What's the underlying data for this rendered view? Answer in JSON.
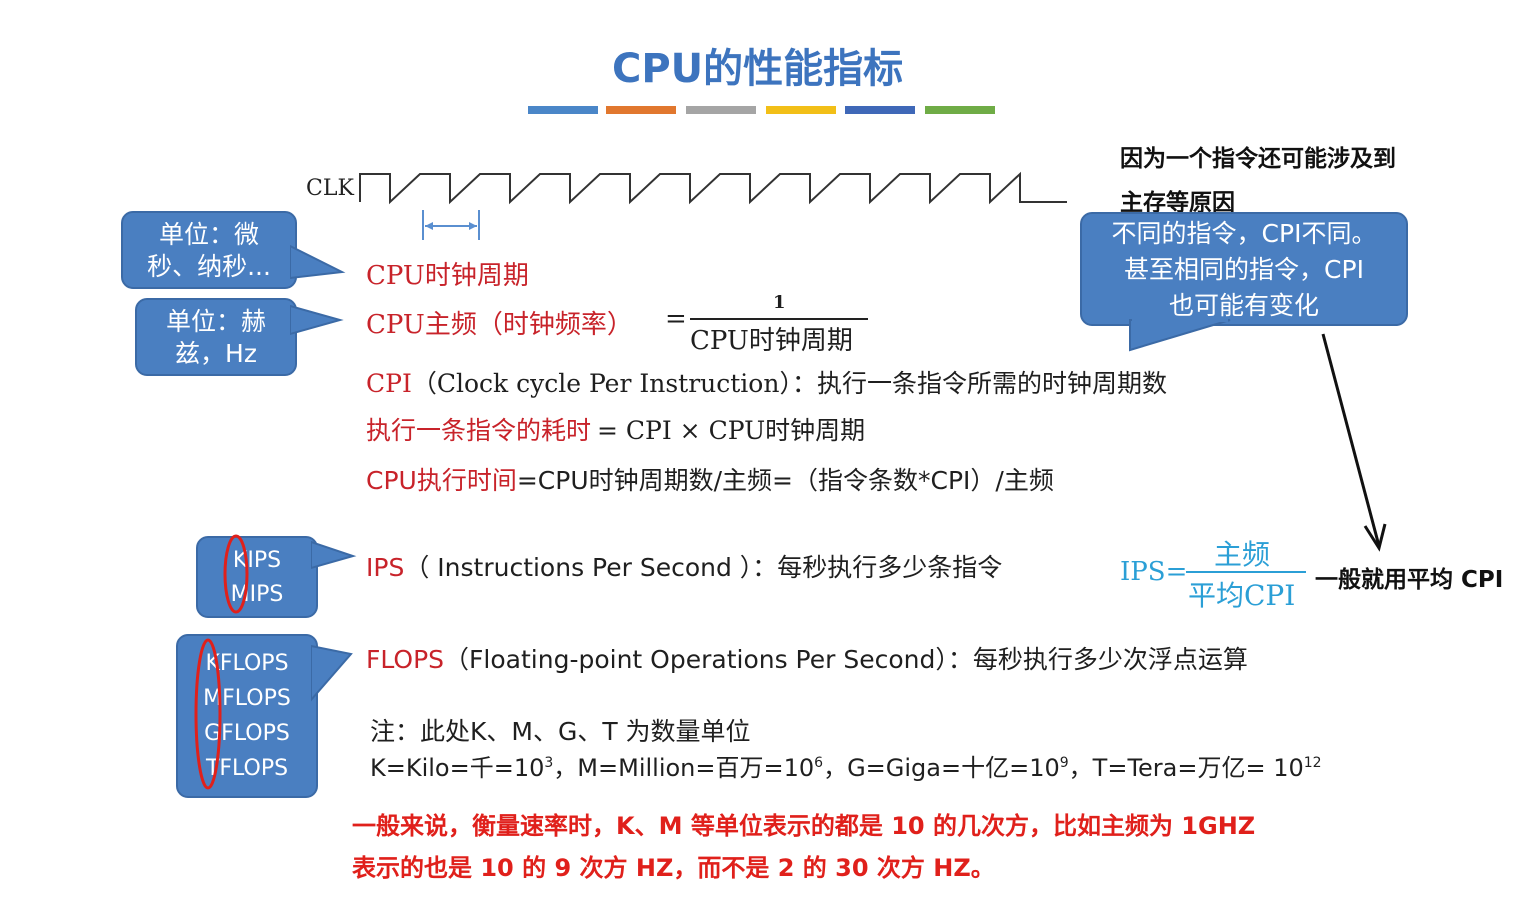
{
  "title": "CPU的性能指标",
  "title_bar_colors": [
    "#4a86c8",
    "#e1772e",
    "#a5a5a5",
    "#f2bf17",
    "#3f68b8",
    "#6fac46"
  ],
  "clk_label": "CLK",
  "annotation_top": {
    "line1": "因为一个指令还可能涉及到",
    "line2": "主存等原因"
  },
  "bubbles": {
    "unit_time": {
      "line1": "单位：微",
      "line2": "秒、纳秒..."
    },
    "unit_freq": {
      "line1": "单位：赫",
      "line2": "兹，Hz"
    },
    "cpi_note": {
      "line1": "不同的指令，CPI不同。",
      "line2": "甚至相同的指令，CPI",
      "line3": "也可能有变化"
    },
    "ips_units": {
      "line1": "KIPS",
      "line2": "MIPS"
    },
    "flops_units": {
      "line1": "KFLOPS",
      "line2": "MFLOPS",
      "line3": "GFLOPS",
      "line4": "TFLOPS"
    }
  },
  "lines": {
    "clock_period": "CPU时钟周期",
    "freq_label": "CPU主频（时钟频率）",
    "freq_eq": "=",
    "freq_numer": "1",
    "freq_denom": "CPU时钟周期",
    "cpi_red": "CPI",
    "cpi_rest": "（Clock cycle Per Instruction）：执行一条指令所需的时钟周期数",
    "time_red": "执行一条指令的耗时",
    "time_rest": "= CPI × CPU时钟周期",
    "exec_red": "CPU执行时间",
    "exec_rest": "=CPU时钟周期数/主频=（指令条数*CPI）/主频",
    "ips_red": "IPS",
    "ips_rest": "（ Instructions Per Second ）：每秒执行多少条指令",
    "flops_red": "FLOPS",
    "flops_rest": "（Floating-point Operations Per Second）：每秒执行多少次浮点运算",
    "note_title": "注：此处K、M、G、T 为数量单位"
  },
  "units_line": {
    "k": "K=Kilo=千=10",
    "k_exp": "3",
    "m": "，M=Million=百万=10",
    "m_exp": "6",
    "g": "，G=Giga=十亿=10",
    "g_exp": "9",
    "t": "，T=Tera=万亿= 10",
    "t_exp": "12"
  },
  "ips_formula": {
    "lhs": "IPS=",
    "numer": "主频",
    "denom": "平均CPI"
  },
  "ips_side_note": "一般就用平均 CPI",
  "bottom_note": {
    "line1": "一般来说，衡量速率时，K、M 等单位表示的都是 10 的几次方，比如主频为 1GHZ",
    "line2": "表示的也是 10 的 9 次方 HZ，而不是 2 的 30 次方 HZ。"
  }
}
